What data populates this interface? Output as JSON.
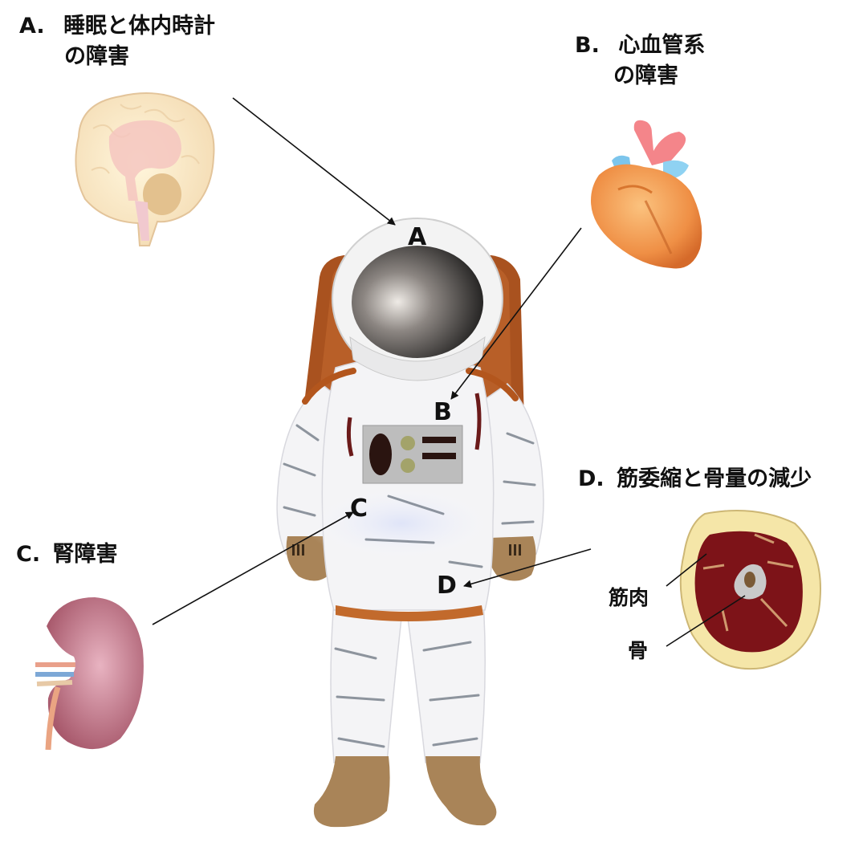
{
  "labels": {
    "a": {
      "letter": "A.",
      "line1": "睡眠と体内時計",
      "line2": "の障害"
    },
    "b": {
      "letter": "B.",
      "line1": "心血管系",
      "line2": "の障害"
    },
    "c": {
      "letter": "C.",
      "text": "腎障害"
    },
    "d": {
      "letter": "D.",
      "text": "筋委縮と骨量の減少"
    }
  },
  "markers": {
    "a": "A",
    "b": "B",
    "c": "C",
    "d": "D"
  },
  "cross_section": {
    "muscle": "筋肉",
    "bone": "骨"
  },
  "colors": {
    "suit": "#f7f7f9",
    "backpack": "#a9521f",
    "boots": "#a98458",
    "muscle": "#7d1318",
    "fat": "#f5e6a8"
  }
}
